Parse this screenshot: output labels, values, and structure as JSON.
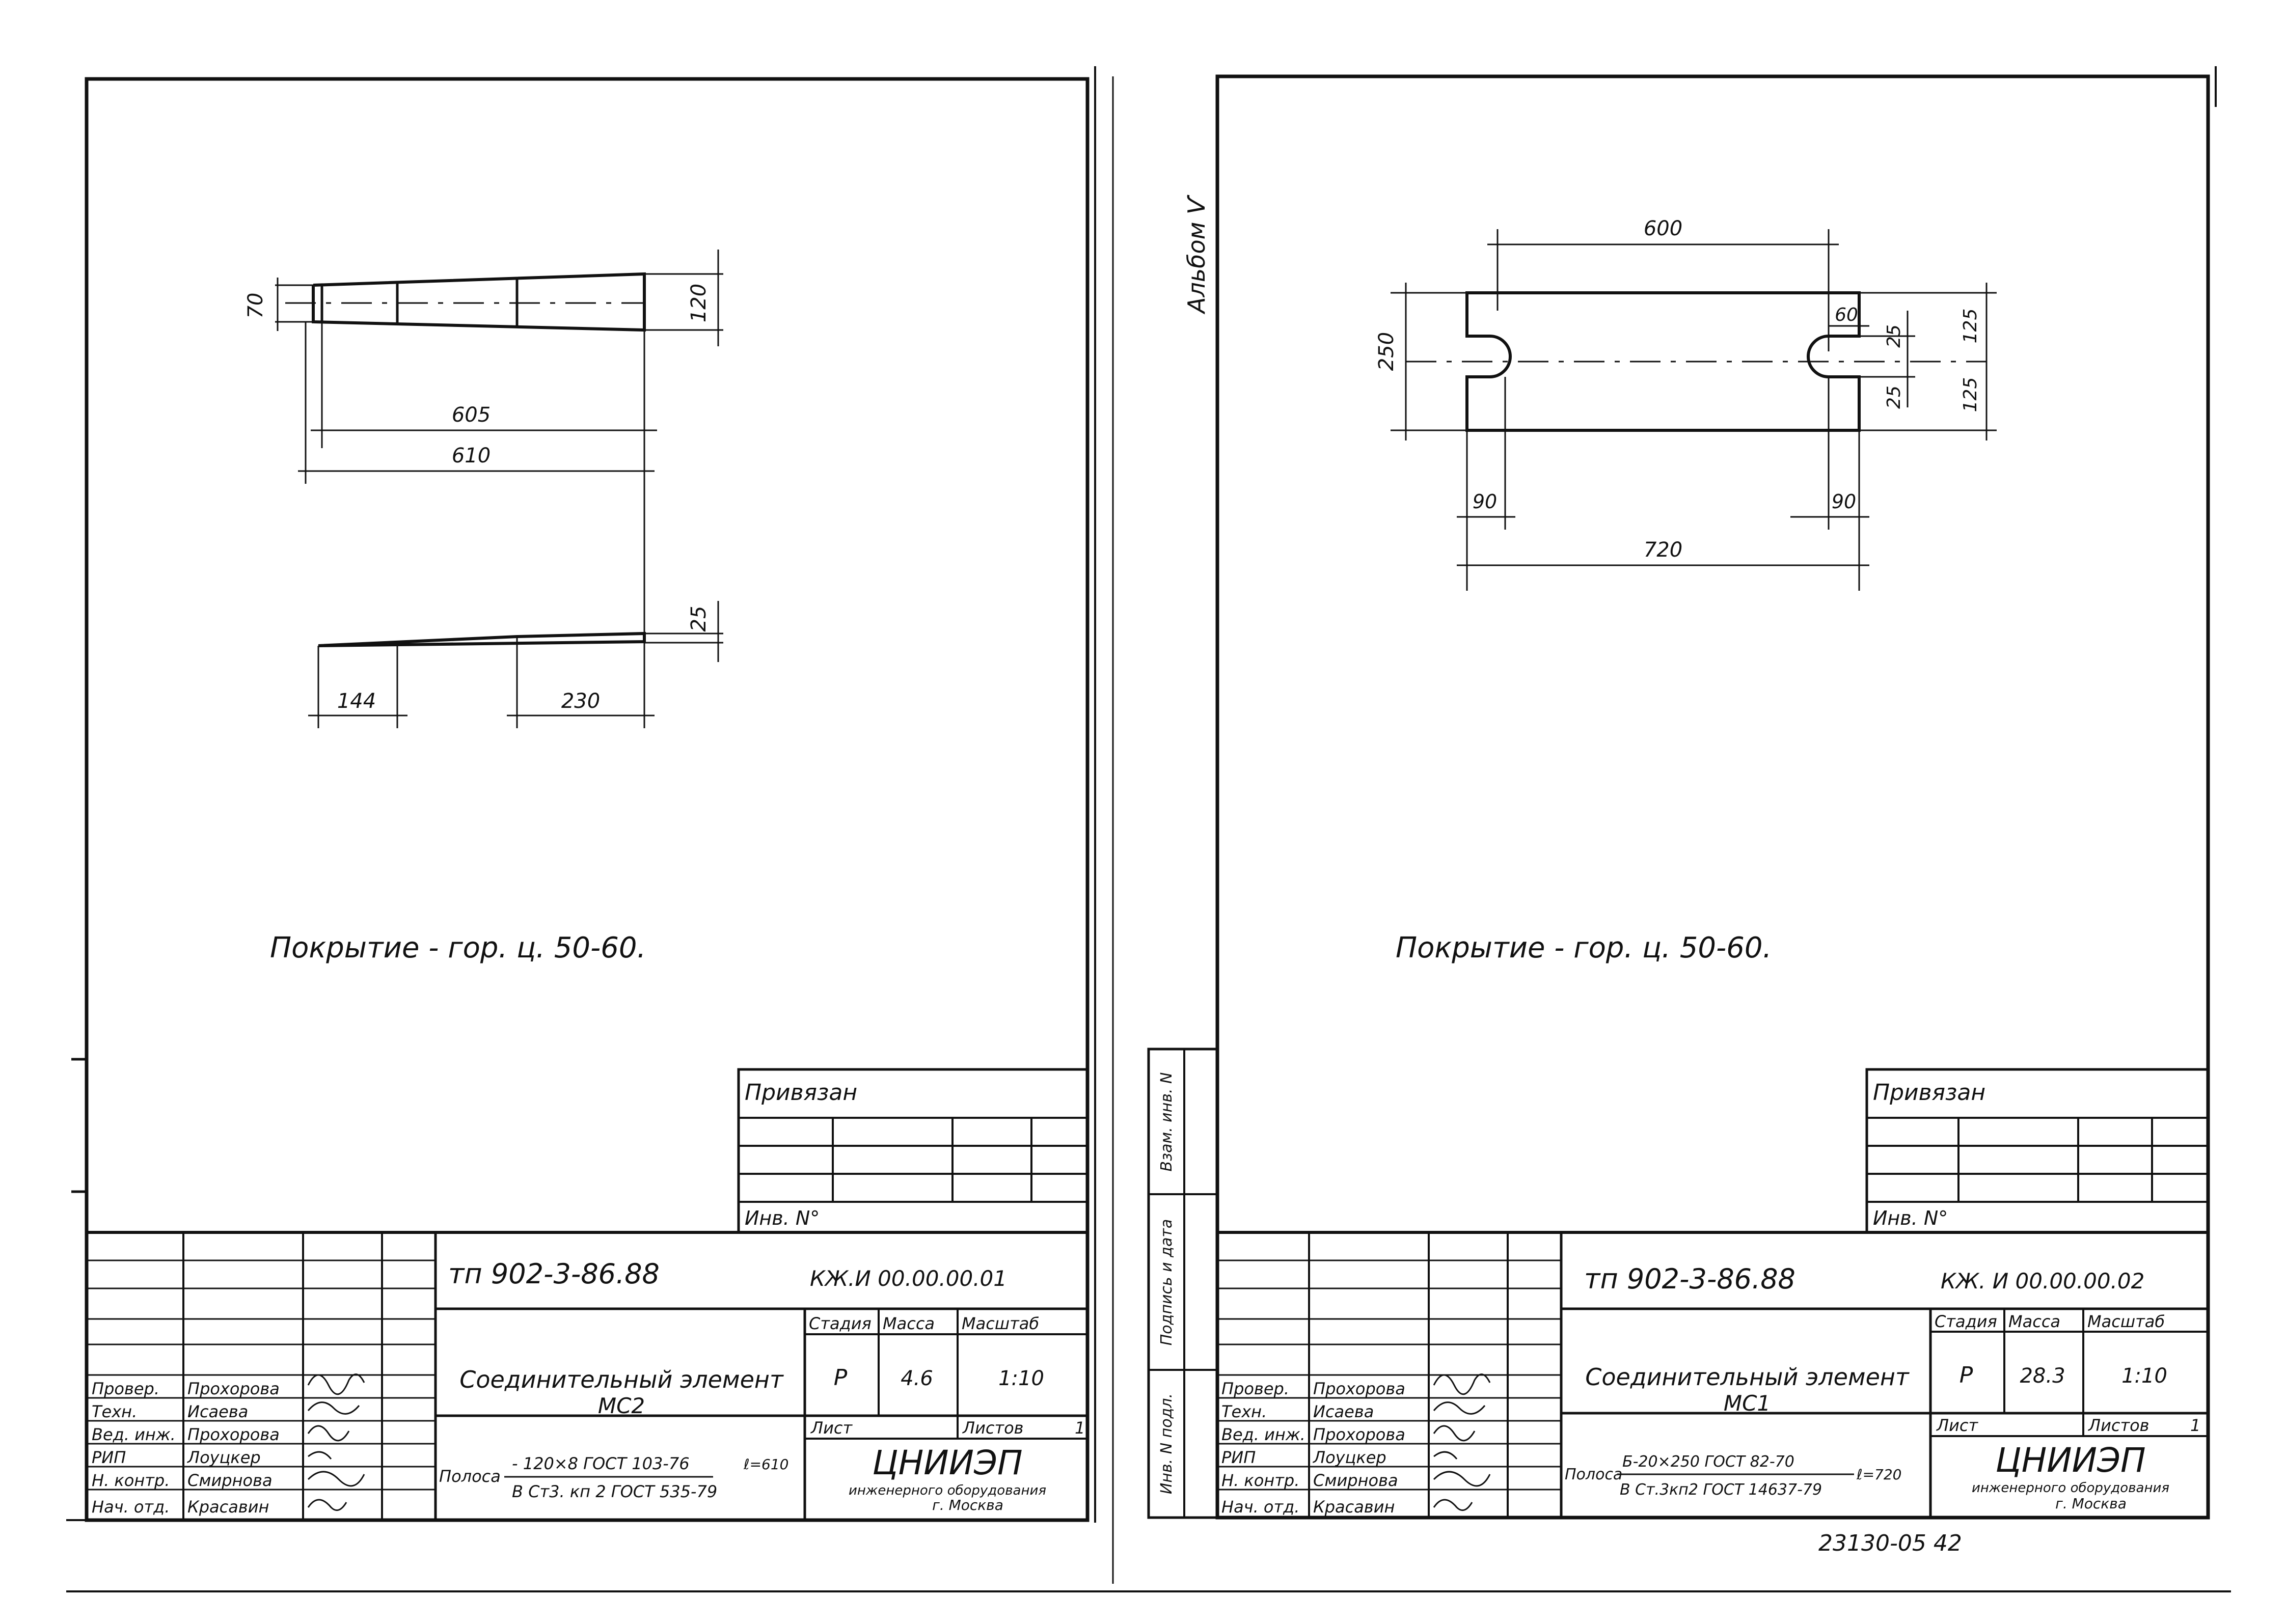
{
  "album_label": "Альбом Ѵ",
  "bottom_code": "23130-05  42",
  "side_stamp_labels": [
    "Инв. N подл.",
    "Подпись и дата",
    "Взам. инв. N"
  ],
  "sheets": [
    {
      "dims": {
        "d70": "70",
        "d120": "120",
        "d605": "605",
        "d610": "610",
        "d25": "25",
        "d144": "144",
        "d230": "230"
      },
      "coating_note": "Покрытие - гор. ц. 50-60.",
      "privyazan": "Привязан",
      "inv_no": "Инв. N°",
      "doc_number": "тп 902-3-86.88",
      "code": "КЖ.И  00.00.00.01",
      "title_line1": "Соединительный элемент",
      "title_line2": "МС2",
      "stage_header": "Стадия",
      "mass_header": "Масса",
      "scale_header": "Масштаб",
      "stage": "Р",
      "mass": "4.6",
      "scale": "1:10",
      "sheet_label": "Лист",
      "sheets_label": "Листов",
      "sheets_count": "1",
      "material_prefix": "Полоса",
      "material_top": "- 120×8 ГОСТ 103-76",
      "material_length": "ℓ=610",
      "material_bottom": "В Ст3. кп 2 ГОСТ 535-79",
      "org_name": "ЦНИИЭП",
      "org_line2": "инженерного оборудования",
      "org_city": "г. Москва",
      "roles": [
        {
          "role": "Провер.",
          "name": "Прохорова"
        },
        {
          "role": "Техн.",
          "name": "Исаева"
        },
        {
          "role": "Вед. инж.",
          "name": "Прохорова"
        },
        {
          "role": "РИП",
          "name": "Лоуцкер"
        },
        {
          "role": "Н. контр.",
          "name": "Смирнова"
        },
        {
          "role": "Нач. отд.",
          "name": "Красавин"
        }
      ]
    },
    {
      "dims": {
        "d600": "600",
        "d250": "250",
        "d60": "60",
        "d25a": "25",
        "d25b": "25",
        "d125a": "125",
        "d125b": "125",
        "d90a": "90",
        "d90b": "90",
        "d720": "720"
      },
      "coating_note": "Покрытие - гор. ц. 50-60.",
      "privyazan": "Привязан",
      "inv_no": "Инв. N°",
      "doc_number": "тп 902-3-86.88",
      "code": "КЖ. И  00.00.00.02",
      "title_line1": "Соединительный элемент",
      "title_line2": "МС1",
      "stage_header": "Стадия",
      "mass_header": "Масса",
      "scale_header": "Масштаб",
      "stage": "Р",
      "mass": "28.3",
      "scale": "1:10",
      "sheet_label": "Лист",
      "sheets_label": "Листов",
      "sheets_count": "1",
      "material_prefix": "Полоса",
      "material_top": "Б-20×250 ГОСТ 82-70",
      "material_length": "ℓ=720",
      "material_bottom": "В Ст.3кп2 ГОСТ 14637-79",
      "org_name": "ЦНИИЭП",
      "org_line2": "инженерного оборудования",
      "org_city": "г. Москва",
      "roles": [
        {
          "role": "Провер.",
          "name": "Прохорова"
        },
        {
          "role": "Техн.",
          "name": "Исаева"
        },
        {
          "role": "Вед. инж.",
          "name": "Прохорова"
        },
        {
          "role": "РИП",
          "name": "Лоуцкер"
        },
        {
          "role": "Н. контр.",
          "name": "Смирнова"
        },
        {
          "role": "Нач. отд.",
          "name": "Красавин"
        }
      ]
    }
  ]
}
